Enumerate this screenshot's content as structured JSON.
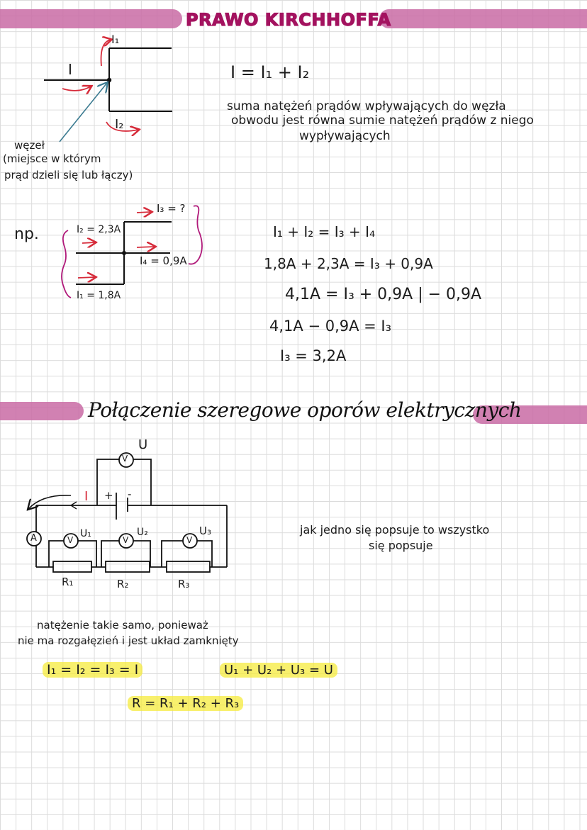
{
  "section1": {
    "title": "PRAWO KIRCHHOFFA",
    "diagram": {
      "label_I": "I",
      "label_I1": "I₁",
      "label_I2": "I₂",
      "node_label": "węzeł",
      "node_desc_line1": "(miejsce w którym",
      "node_desc_line2": "prąd dzieli się lub łączy)"
    },
    "formula": "I = I₁ + I₂",
    "description": [
      "suma natężeń prądów wpływających do węzła",
      "obwodu jest równa sumie natężeń prądów z niego",
      "wypływających"
    ],
    "example": {
      "prefix": "np.",
      "label_I2": "I₂ = 2,3A",
      "label_I1": "I₁ = 1,8A",
      "label_I3": "I₃ = ?",
      "label_I4": "I₄ = 0,9A"
    },
    "solution": [
      "I₁ + I₂ = I₃ + I₄",
      "1,8A + 2,3A = I₃ + 0,9A",
      "4,1A = I₃ + 0,9A   | − 0,9A",
      "4,1A − 0,9A = I₃",
      "I₃ = 3,2A"
    ]
  },
  "section2": {
    "title": "Połączenie szeregowe oporów elektrycznych",
    "circuit": {
      "label_U": "U",
      "label_I": "I",
      "plus": "+",
      "minus": "-",
      "ammeter": "A",
      "voltmeter": "V",
      "label_U1": "U₁",
      "label_U2": "U₂",
      "label_U3": "U₃",
      "label_R1": "R₁",
      "label_R2": "R₂",
      "label_R3": "R₃"
    },
    "note": [
      "jak jedno się popsuje to wszystko",
      "się popsuje"
    ],
    "explanation": [
      "natężenie takie samo, ponieważ",
      "nie ma rozgałęzień i jest układ zamknięty"
    ],
    "formula_current": "I₁ = I₂ = I₃ = I",
    "formula_voltage": "U₁ + U₂ + U₃ = U",
    "formula_resistance": "R = R₁ + R₂ + R₃"
  },
  "colors": {
    "banner": "#c96ba5",
    "title": "#a3125f",
    "arrow_red": "#d62b3a",
    "brace_magenta": "#b0197a",
    "pointer_blue": "#3a7a90",
    "highlight": "#f5eb3c"
  }
}
